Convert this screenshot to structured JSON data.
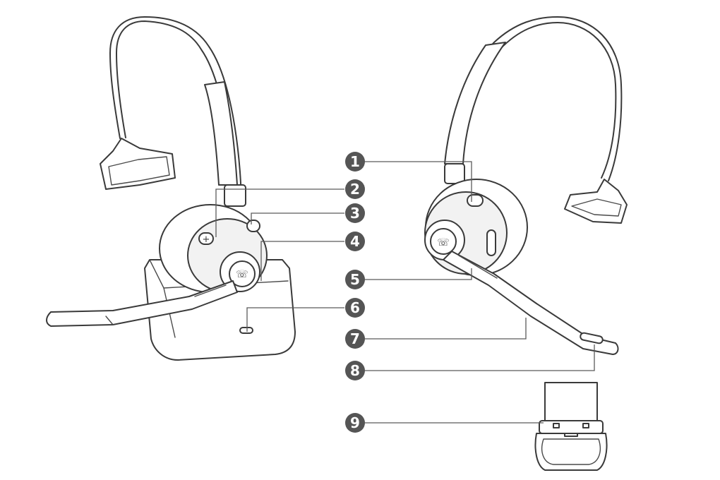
{
  "callouts": [
    {
      "id": 1,
      "label": "1"
    },
    {
      "id": 2,
      "label": "2"
    },
    {
      "id": 3,
      "label": "3"
    },
    {
      "id": 4,
      "label": "4"
    },
    {
      "id": 5,
      "label": "5"
    },
    {
      "id": 6,
      "label": "6"
    },
    {
      "id": 7,
      "label": "7"
    },
    {
      "id": 8,
      "label": "8"
    },
    {
      "id": 9,
      "label": "9"
    }
  ],
  "icons": {
    "left_headset": "headset-on-charging-base-icon",
    "right_headset": "headset-side-view-icon",
    "dongle": "usb-dongle-icon"
  },
  "colors": {
    "line": "#3a3a3a",
    "badge": "#555555",
    "background": "#ffffff"
  }
}
